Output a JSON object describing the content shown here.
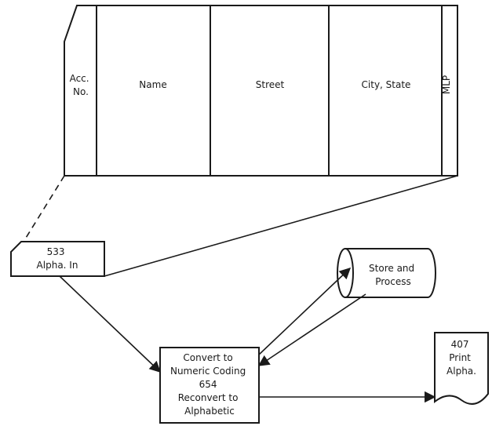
{
  "record_card": {
    "fields": [
      {
        "key": "acc",
        "lines": [
          "Acc.",
          "No."
        ]
      },
      {
        "key": "name",
        "lines": [
          "Name"
        ]
      },
      {
        "key": "street",
        "lines": [
          "Street"
        ]
      },
      {
        "key": "city",
        "lines": [
          "City, State"
        ]
      },
      {
        "key": "mlp",
        "lines": [
          "MLP"
        ]
      }
    ]
  },
  "input_card": {
    "lines": [
      "533",
      "Alpha. In"
    ]
  },
  "storage": {
    "lines": [
      "Store and",
      "Process"
    ]
  },
  "process": {
    "lines": [
      "Convert to",
      "Numeric Coding",
      "654",
      "Reconvert to",
      "Alphabetic"
    ]
  },
  "output_doc": {
    "lines": [
      "407",
      "Print",
      "Alpha."
    ]
  }
}
